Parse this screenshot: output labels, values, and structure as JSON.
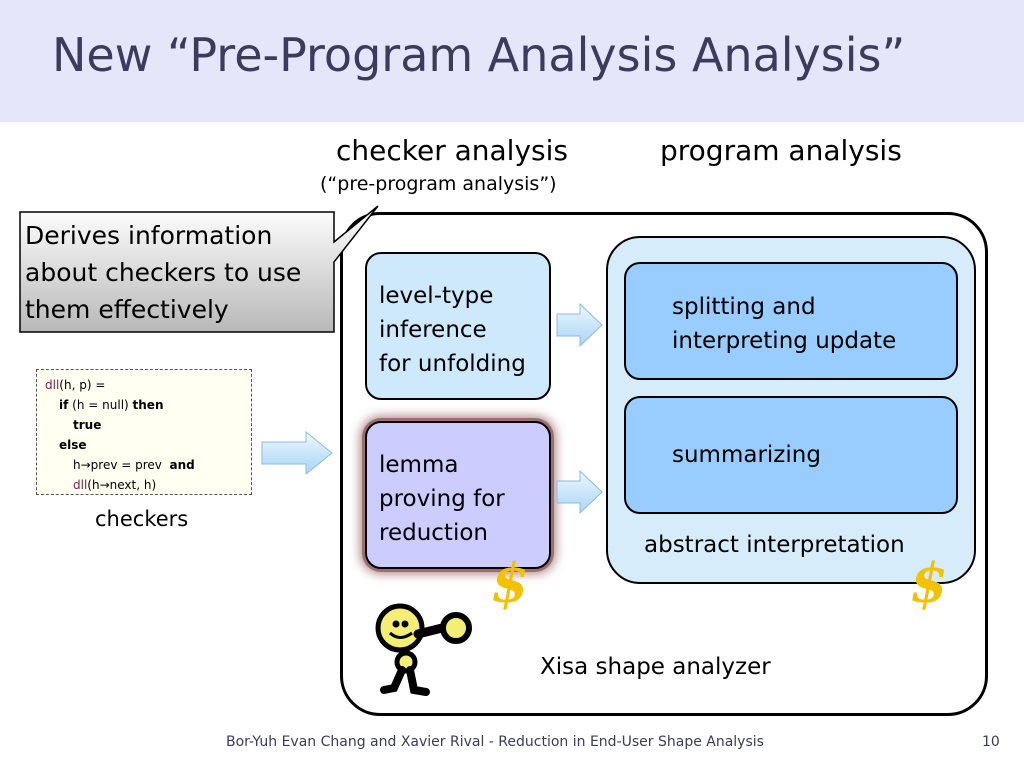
{
  "slide": {
    "title": "New “Pre-Program Analysis Analysis”",
    "checker_heading": "checker analysis",
    "checker_subheading": "(“pre-program analysis”)",
    "program_heading": "program analysis"
  },
  "callout": {
    "lines": [
      "Derives information",
      "about checkers to use",
      "them effectively"
    ]
  },
  "checkers": {
    "label": "checkers",
    "code": {
      "fn_name": "dll",
      "line1_rest": "(h, p) =",
      "if_kw": "if",
      "cond_rest": "(h = null)",
      "then_kw": "then",
      "true_kw": "true",
      "else_kw": "else",
      "line5_text": "h→prev = prev",
      "and_kw": "and",
      "line6_rest": "(h→next, h)"
    }
  },
  "xisa": {
    "label": "Xisa shape analyzer",
    "level_box": [
      "level-type",
      "inference",
      "for unfolding"
    ],
    "lemma_box": [
      "lemma",
      "proving for",
      "reduction"
    ],
    "splitting_box": [
      "splitting and",
      "interpreting update"
    ],
    "summarizing_box": "summarizing",
    "abstract_interpretation_label": "abstract interpretation",
    "dollar_symbol": "$"
  },
  "colors": {
    "title_band": "#e6e6fa",
    "level_box": "#cde9fb",
    "lemma_box": "#ccccff",
    "ai_container": "#d6ecfb",
    "inner_boxes": "#99ccff",
    "arrow_fill": "#cfe9ff",
    "dollar": "#f2c200"
  },
  "icons": {
    "arrow": "right-arrow-icon",
    "mascot": "smiley-figure-icon"
  },
  "footer": {
    "text": "Bor-Yuh Evan Chang and Xavier Rival - Reduction in End-User Shape Analysis",
    "page_number": "10"
  }
}
